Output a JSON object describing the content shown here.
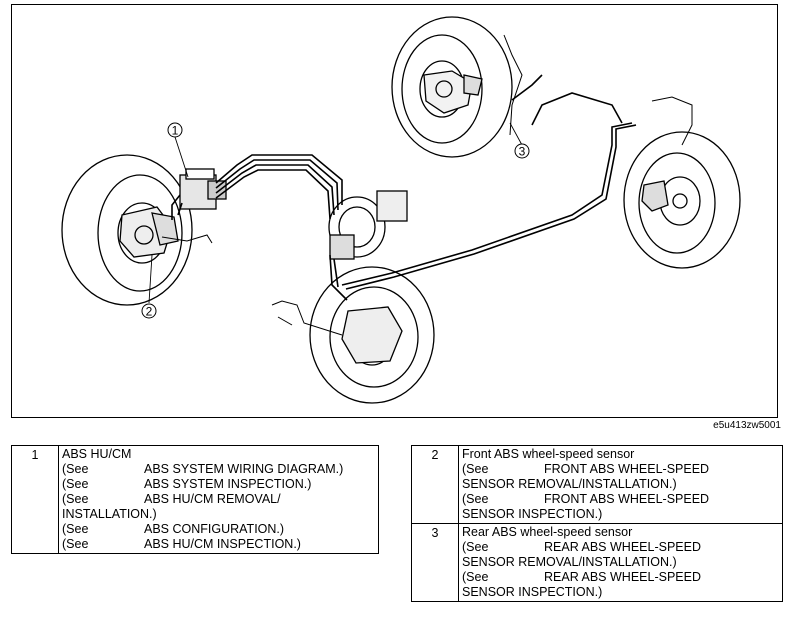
{
  "figure_code": "e5u413zw5001",
  "callouts": [
    "1",
    "2",
    "3"
  ],
  "legend_left": [
    {
      "number": "1",
      "title": "ABS HU/CM",
      "lines": [
        {
          "see": "(See",
          "text": "ABS SYSTEM WIRING DIAGRAM.)"
        },
        {
          "see": "(See",
          "text": "ABS SYSTEM INSPECTION.)"
        },
        {
          "see": "(See",
          "text": "ABS HU/CM REMOVAL/"
        },
        {
          "see": "",
          "text": "INSTALLATION.)"
        },
        {
          "see": "(See",
          "text": "ABS CONFIGURATION.)"
        },
        {
          "see": "(See",
          "text": "ABS HU/CM INSPECTION.)"
        }
      ]
    }
  ],
  "legend_right": [
    {
      "number": "2",
      "title": "Front ABS wheel-speed sensor",
      "lines": [
        {
          "see": "(See",
          "text": "FRONT ABS WHEEL-SPEED"
        },
        {
          "see": "",
          "text": "SENSOR REMOVAL/INSTALLATION.)"
        },
        {
          "see": "(See",
          "text": "FRONT ABS WHEEL-SPEED"
        },
        {
          "see": "",
          "text": "SENSOR INSPECTION.)"
        }
      ]
    },
    {
      "number": "3",
      "title": "Rear ABS wheel-speed sensor",
      "lines": [
        {
          "see": "(See",
          "text": "REAR ABS WHEEL-SPEED"
        },
        {
          "see": "",
          "text": "SENSOR REMOVAL/INSTALLATION.)"
        },
        {
          "see": "(See",
          "text": "REAR ABS WHEEL-SPEED"
        },
        {
          "see": "",
          "text": "SENSOR INSPECTION.)"
        }
      ]
    }
  ]
}
